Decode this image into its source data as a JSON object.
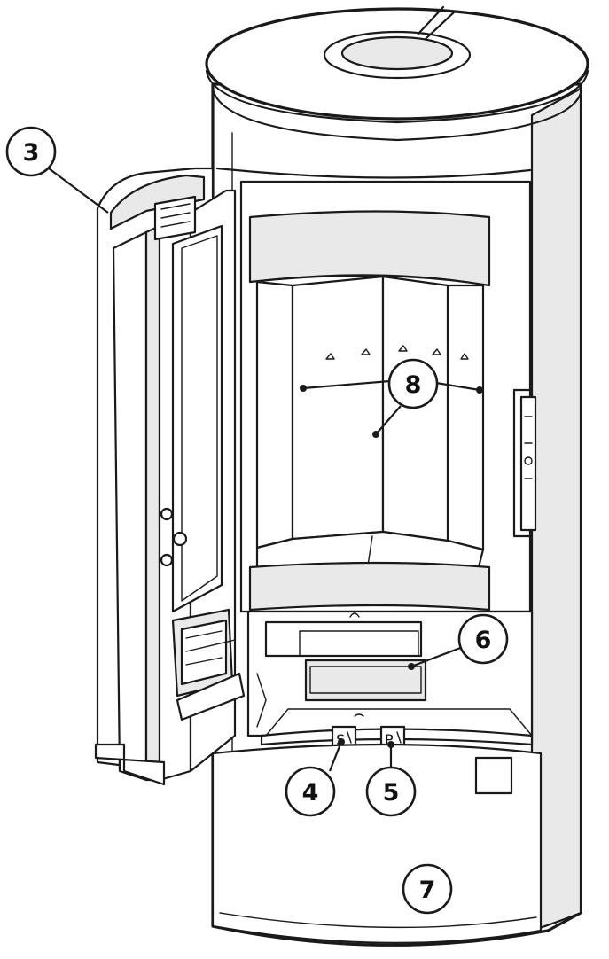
{
  "callouts": [
    {
      "id": "c3",
      "label": "3"
    },
    {
      "id": "c8",
      "label": "8"
    },
    {
      "id": "c6",
      "label": "6"
    },
    {
      "id": "c4",
      "label": "4"
    },
    {
      "id": "c5",
      "label": "5"
    },
    {
      "id": "c7",
      "label": "7"
    }
  ],
  "control_markers": {
    "left": "S",
    "right": "P"
  },
  "colors": {
    "line": "#1a1a1a",
    "background": "#ffffff",
    "shade": "#e9e9e9"
  }
}
